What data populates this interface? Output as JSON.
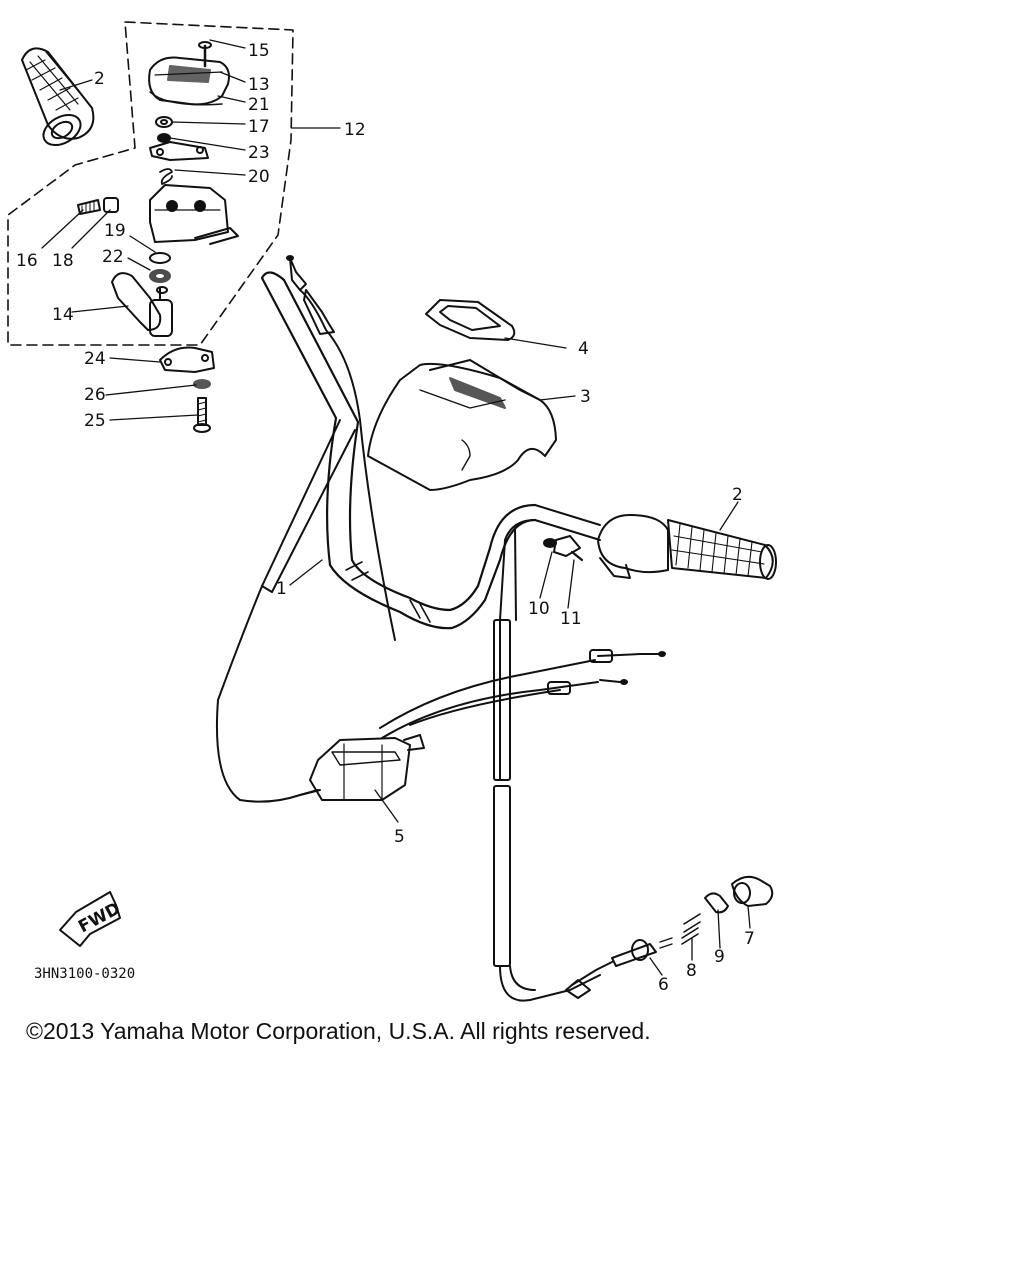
{
  "diagram": {
    "callouts": [
      {
        "id": "c15",
        "text": "15"
      },
      {
        "id": "c13",
        "text": "13"
      },
      {
        "id": "c21",
        "text": "21"
      },
      {
        "id": "c17",
        "text": "17"
      },
      {
        "id": "c23",
        "text": "23"
      },
      {
        "id": "c20",
        "text": "20"
      },
      {
        "id": "c12",
        "text": "12"
      },
      {
        "id": "c2a",
        "text": "2"
      },
      {
        "id": "c16",
        "text": "16"
      },
      {
        "id": "c18",
        "text": "18"
      },
      {
        "id": "c19",
        "text": "19"
      },
      {
        "id": "c22",
        "text": "22"
      },
      {
        "id": "c14",
        "text": "14"
      },
      {
        "id": "c24",
        "text": "24"
      },
      {
        "id": "c26",
        "text": "26"
      },
      {
        "id": "c25",
        "text": "25"
      },
      {
        "id": "c4",
        "text": "4"
      },
      {
        "id": "c3",
        "text": "3"
      },
      {
        "id": "c2b",
        "text": "2"
      },
      {
        "id": "c1",
        "text": "1"
      },
      {
        "id": "c10",
        "text": "10"
      },
      {
        "id": "c11",
        "text": "11"
      },
      {
        "id": "c5",
        "text": "5"
      },
      {
        "id": "c9",
        "text": "9"
      },
      {
        "id": "c7",
        "text": "7"
      },
      {
        "id": "c8",
        "text": "8"
      },
      {
        "id": "c6",
        "text": "6"
      }
    ],
    "fwd_label": "FWD",
    "drawing_code": "3HN3100-0320"
  },
  "footer": {
    "copyright": "©2013 Yamaha Motor Corporation, U.S.A. All rights reserved."
  },
  "colors": {
    "ink": "#111111",
    "background": "#ffffff"
  }
}
